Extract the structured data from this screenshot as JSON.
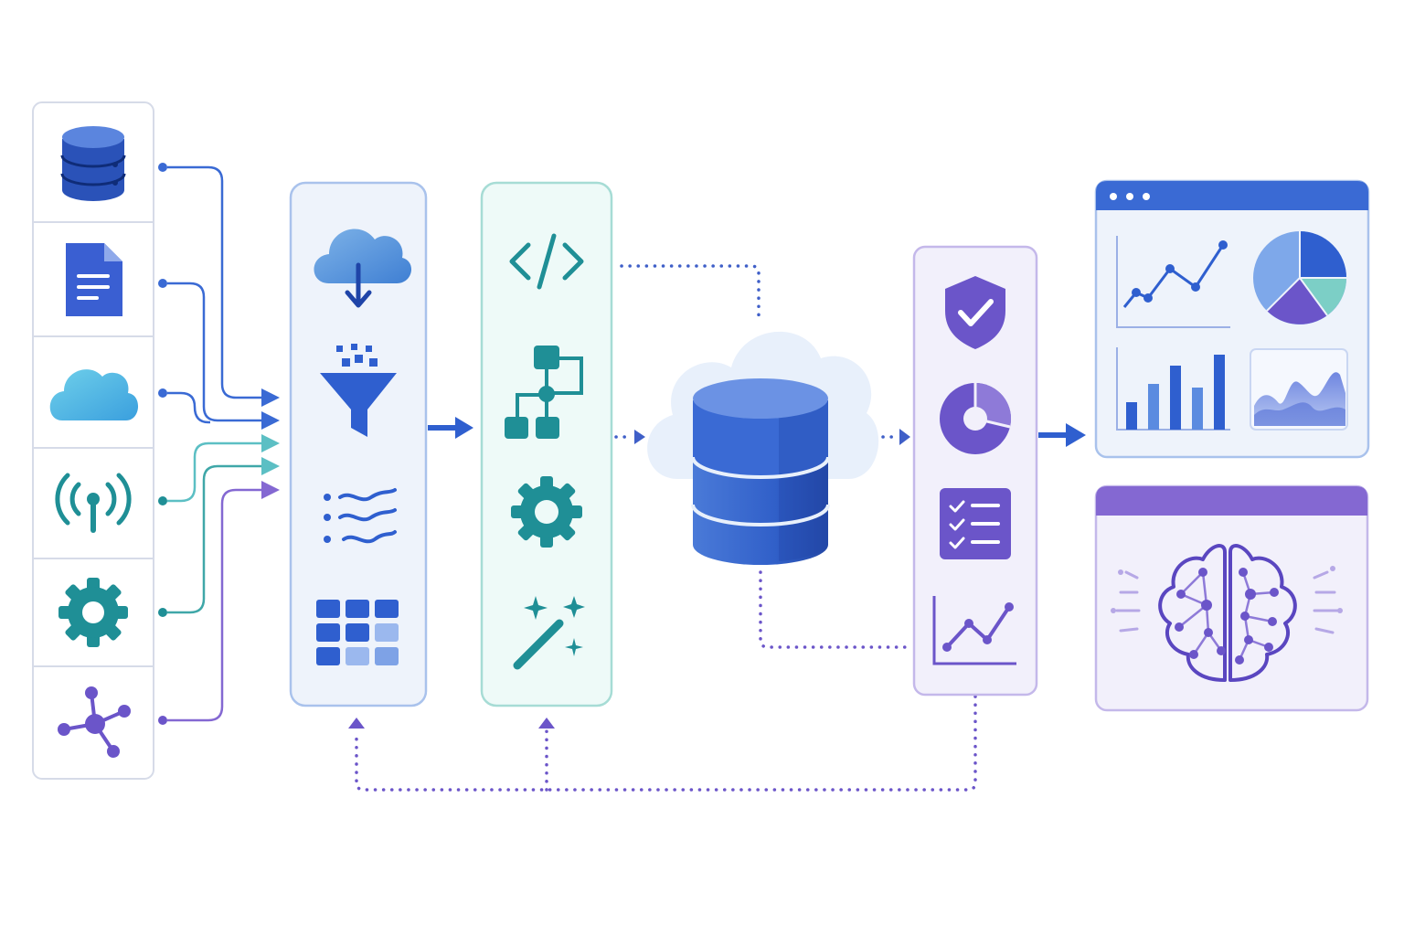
{
  "colors": {
    "blue_dark": "#1f44a8",
    "blue": "#2f5fcf",
    "blue_light": "#5b8be0",
    "sky": "#5ab0e4",
    "teal": "#1f8f96",
    "teal_light": "#7ccfc6",
    "purple": "#6b55c9",
    "purple_light": "#8e7ad8",
    "panel_source_border": "#d6dbe8",
    "panel_ingest_bg": "#eef3fb",
    "panel_ingest_border": "#a9c2ec",
    "panel_transform_bg": "#eefaf8",
    "panel_transform_border": "#a6dcd5",
    "panel_quality_bg": "#f2f0fb",
    "panel_quality_border": "#c4b8ea",
    "dashboard_header": "#3a6ad4",
    "ml_header": "#8468d2",
    "cloud_fill": "#e8f0fb"
  },
  "sources": [
    {
      "name": "database-source",
      "icon": "database-icon"
    },
    {
      "name": "document-source",
      "icon": "document-icon"
    },
    {
      "name": "cloud-source",
      "icon": "cloud-icon"
    },
    {
      "name": "iot-signal-source",
      "icon": "antenna-icon"
    },
    {
      "name": "system-config-source",
      "icon": "gear-icon"
    },
    {
      "name": "network-source",
      "icon": "network-graph-icon"
    }
  ],
  "ingestion_stage": {
    "icons": [
      "cloud-download-icon",
      "filter-funnel-icon",
      "data-stream-icon",
      "data-grid-icon"
    ]
  },
  "transformation_stage": {
    "icons": [
      "code-icon",
      "workflow-icon",
      "gear-icon",
      "magic-wand-icon"
    ]
  },
  "storage_stage": {
    "icons": [
      "cloud-database-icon"
    ]
  },
  "quality_stage": {
    "icons": [
      "shield-check-icon",
      "pie-chart-icon",
      "checklist-icon",
      "line-chart-icon"
    ]
  },
  "outputs": {
    "dashboard": {
      "icons": [
        "line-chart-icon",
        "pie-chart-icon",
        "bar-chart-icon",
        "area-chart-icon"
      ]
    },
    "machine_learning": {
      "icons": [
        "brain-network-icon"
      ]
    }
  }
}
